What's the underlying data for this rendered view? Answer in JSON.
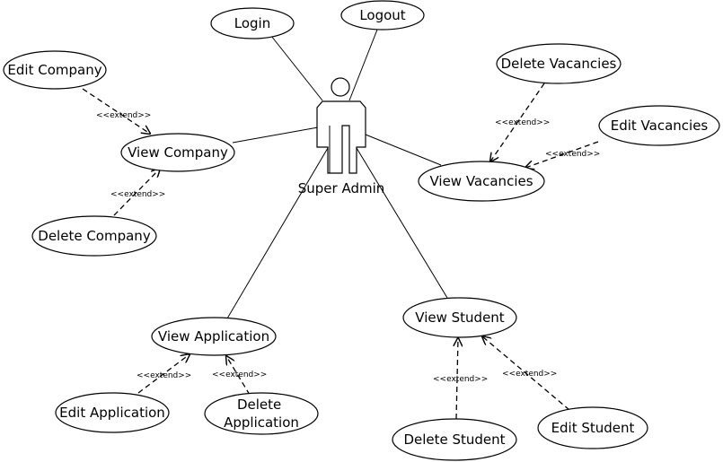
{
  "actor": {
    "name": "Super Admin"
  },
  "use_cases": {
    "login": "Login",
    "logout": "Logout",
    "edit_company": "Edit Company",
    "view_company": "View Company",
    "delete_company": "Delete Company",
    "delete_vacancies": "Delete Vacancies",
    "edit_vacancies": "Edit Vacancies",
    "view_vacancies": "View Vacancies",
    "view_application": "View Application",
    "edit_application": "Edit Application",
    "delete_application_line1": "Delete",
    "delete_application_line2": "Application",
    "view_student": "View Student",
    "delete_student": "Delete Student",
    "edit_student": "Edit Student"
  },
  "stereotype": "<<extend>>"
}
